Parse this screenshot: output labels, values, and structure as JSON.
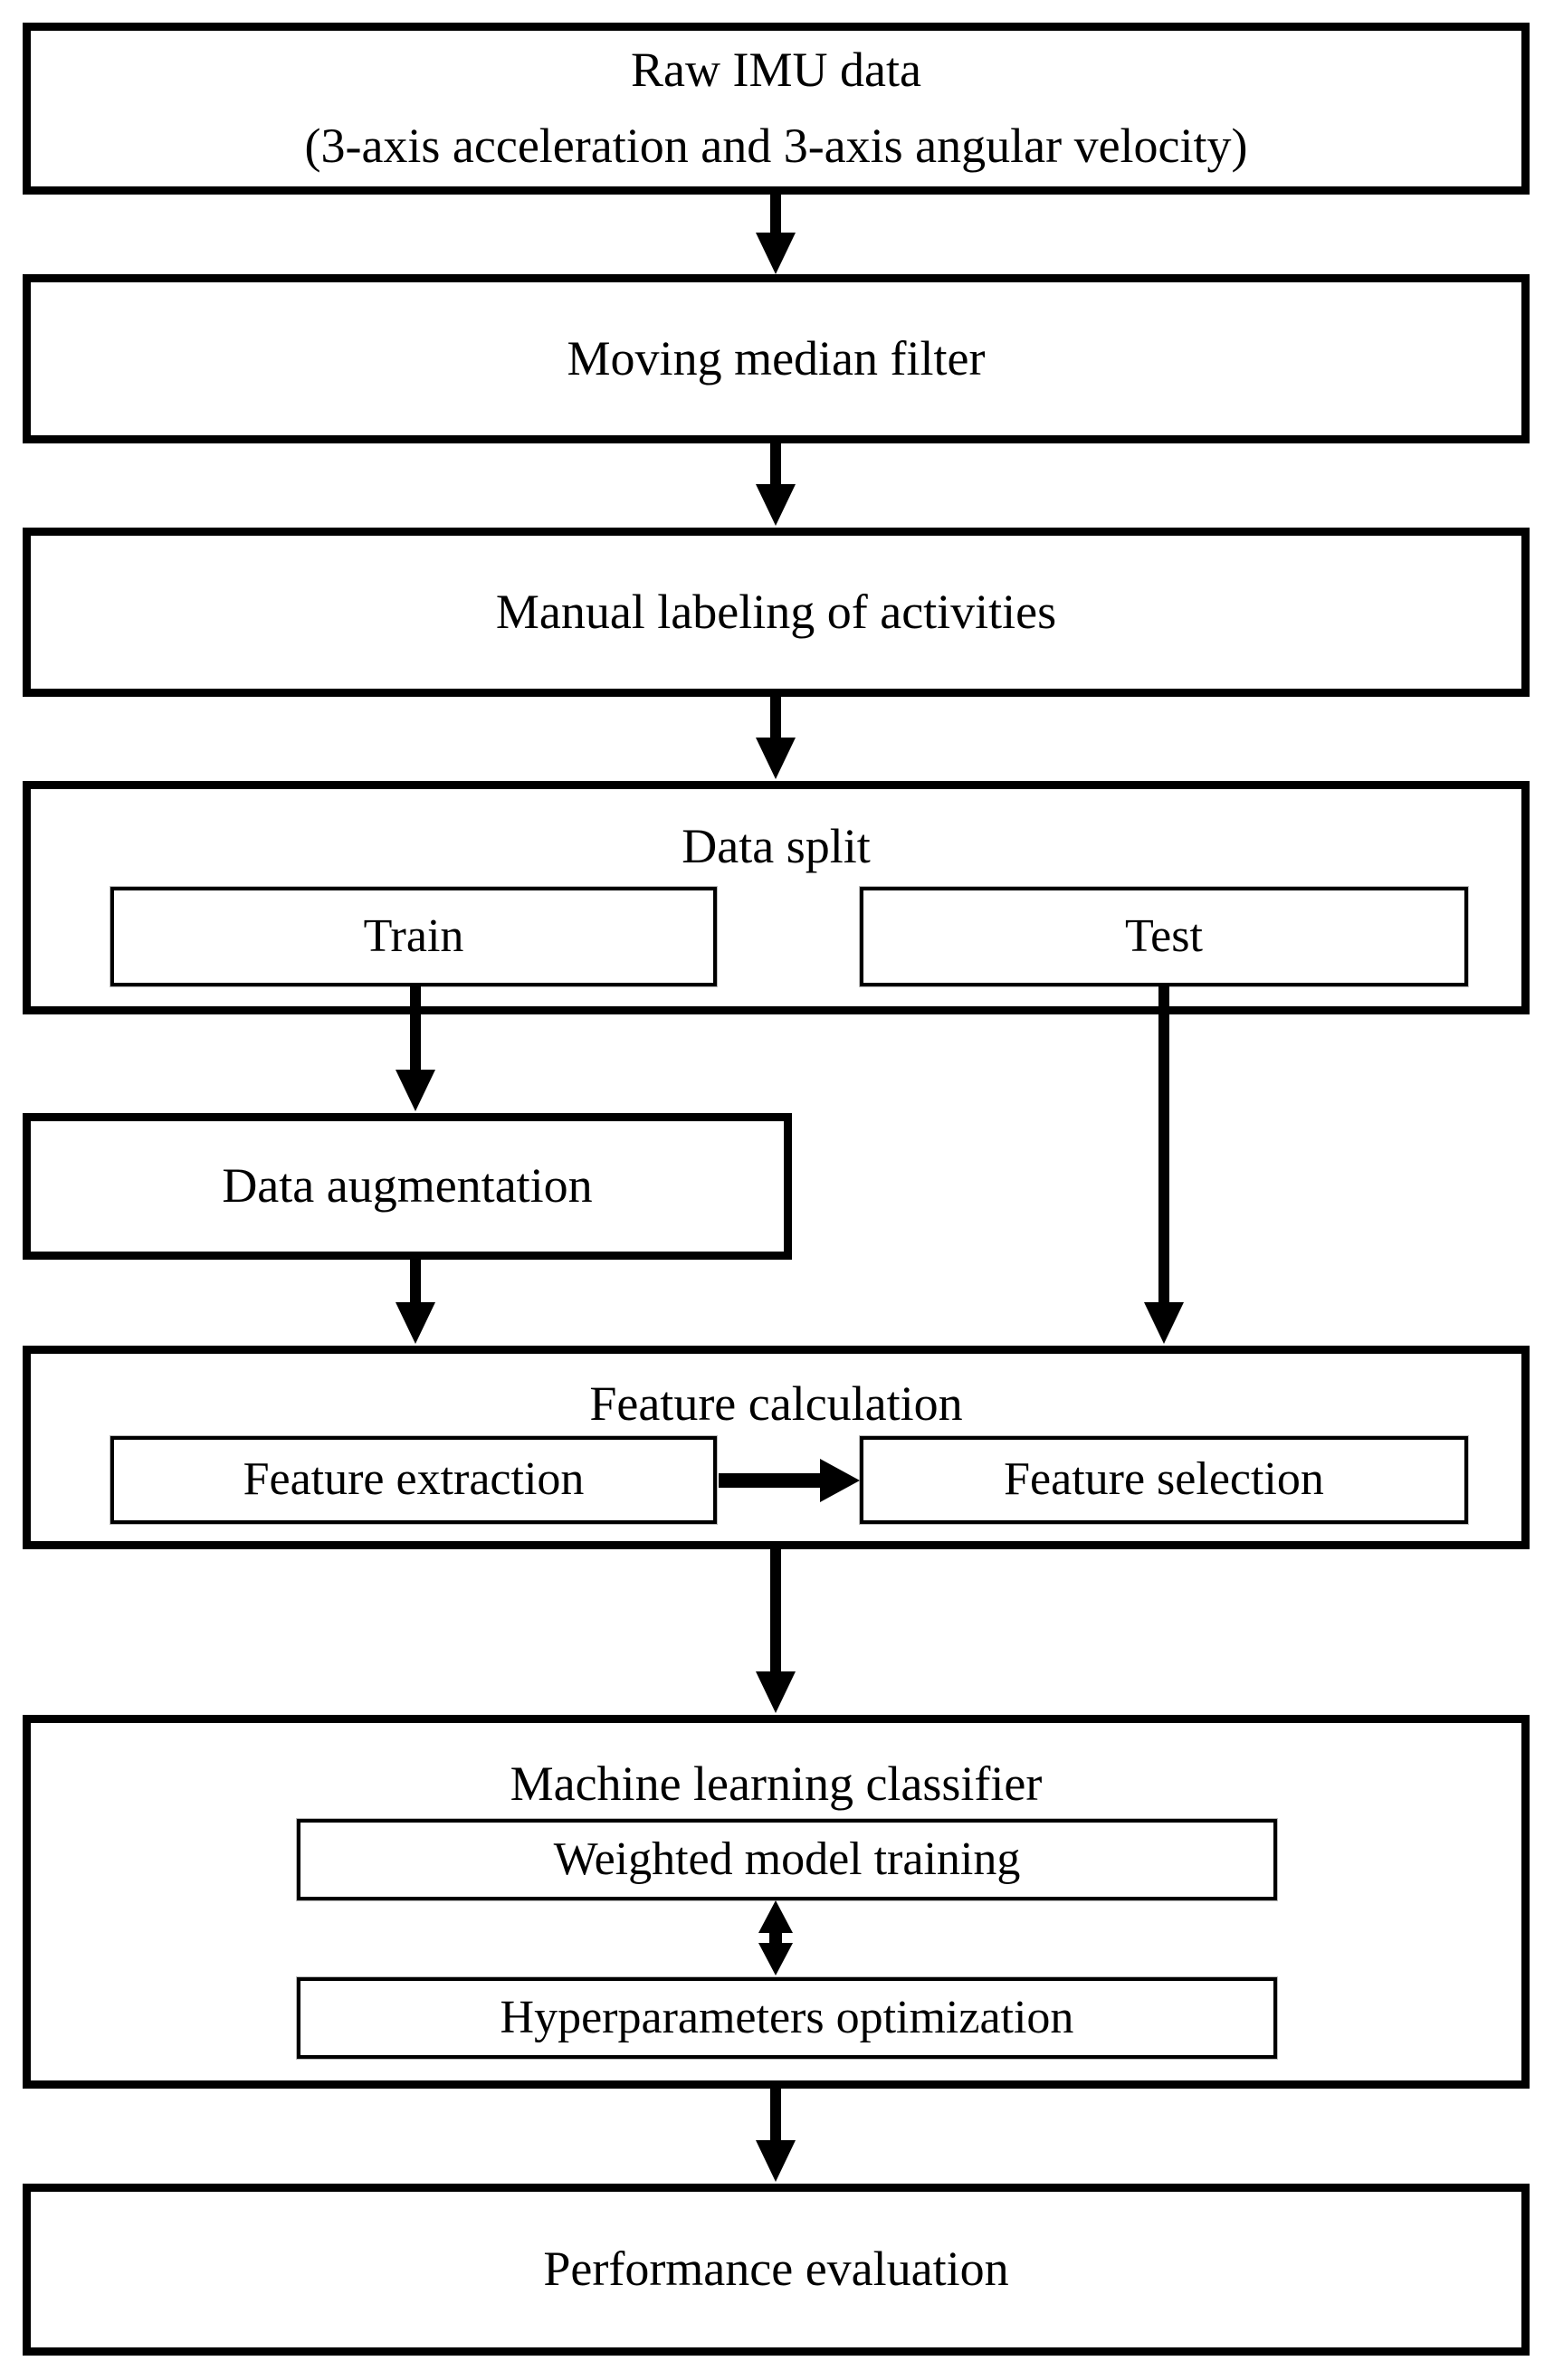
{
  "diagram": {
    "nodes": {
      "raw_imu": {
        "line1": "Raw IMU data",
        "line2": "(3-axis acceleration and 3-axis angular velocity)"
      },
      "moving_median_filter": {
        "label": "Moving median filter"
      },
      "manual_labeling": {
        "label": "Manual labeling of activities"
      },
      "data_split": {
        "label": "Data split",
        "train": "Train",
        "test": "Test"
      },
      "data_augmentation": {
        "label": "Data augmentation"
      },
      "feature_calculation": {
        "label": "Feature calculation",
        "extraction": "Feature extraction",
        "selection": "Feature selection"
      },
      "ml_classifier": {
        "label": "Machine learning classifier",
        "weighted_training": "Weighted model training",
        "hyperparameter_optimization": "Hyperparameters optimization"
      },
      "performance_evaluation": {
        "label": "Performance evaluation"
      }
    },
    "edges": [
      {
        "from": "raw_imu",
        "to": "moving_median_filter",
        "type": "arrow-down"
      },
      {
        "from": "moving_median_filter",
        "to": "manual_labeling",
        "type": "arrow-down"
      },
      {
        "from": "manual_labeling",
        "to": "data_split",
        "type": "arrow-down"
      },
      {
        "from": "data_split.train",
        "to": "data_augmentation",
        "type": "arrow-down"
      },
      {
        "from": "data_split.test",
        "to": "feature_calculation",
        "type": "arrow-down"
      },
      {
        "from": "data_augmentation",
        "to": "feature_calculation",
        "type": "arrow-down"
      },
      {
        "from": "feature_calculation.extraction",
        "to": "feature_calculation.selection",
        "type": "arrow-right"
      },
      {
        "from": "feature_calculation",
        "to": "ml_classifier",
        "type": "arrow-down"
      },
      {
        "from": "ml_classifier.weighted_training",
        "to": "ml_classifier.hyperparameter_optimization",
        "type": "arrow-double-vertical"
      },
      {
        "from": "ml_classifier",
        "to": "performance_evaluation",
        "type": "arrow-down"
      }
    ],
    "colors": {
      "background": "#ffffff",
      "box_fill": "#ffffff",
      "box_border": "#000000",
      "text": "#000000",
      "arrow": "#000000"
    }
  }
}
